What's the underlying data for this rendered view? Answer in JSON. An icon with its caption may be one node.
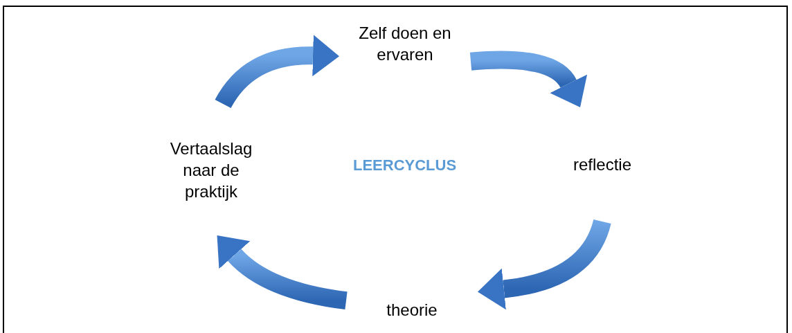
{
  "diagram": {
    "nodes": [
      {
        "text": [
          "Zelf doen en ervaren"
        ]
      },
      {
        "text": [
          "reflectie"
        ]
      },
      {
        "text": [
          "theorie"
        ]
      },
      {
        "text": [
          "Vertaalslag naar de praktijk"
        ]
      }
    ],
    "edges": [
      {
        "from": 3,
        "to": 0,
        "arrow": "to"
      },
      {
        "from": 0,
        "to": 1,
        "arrow": "to"
      },
      {
        "from": 1,
        "to": 2,
        "arrow": "to"
      },
      {
        "from": 2,
        "to": 3,
        "arrow": "to"
      }
    ],
    "labels": [
      "LEERCYCLUS"
    ]
  }
}
